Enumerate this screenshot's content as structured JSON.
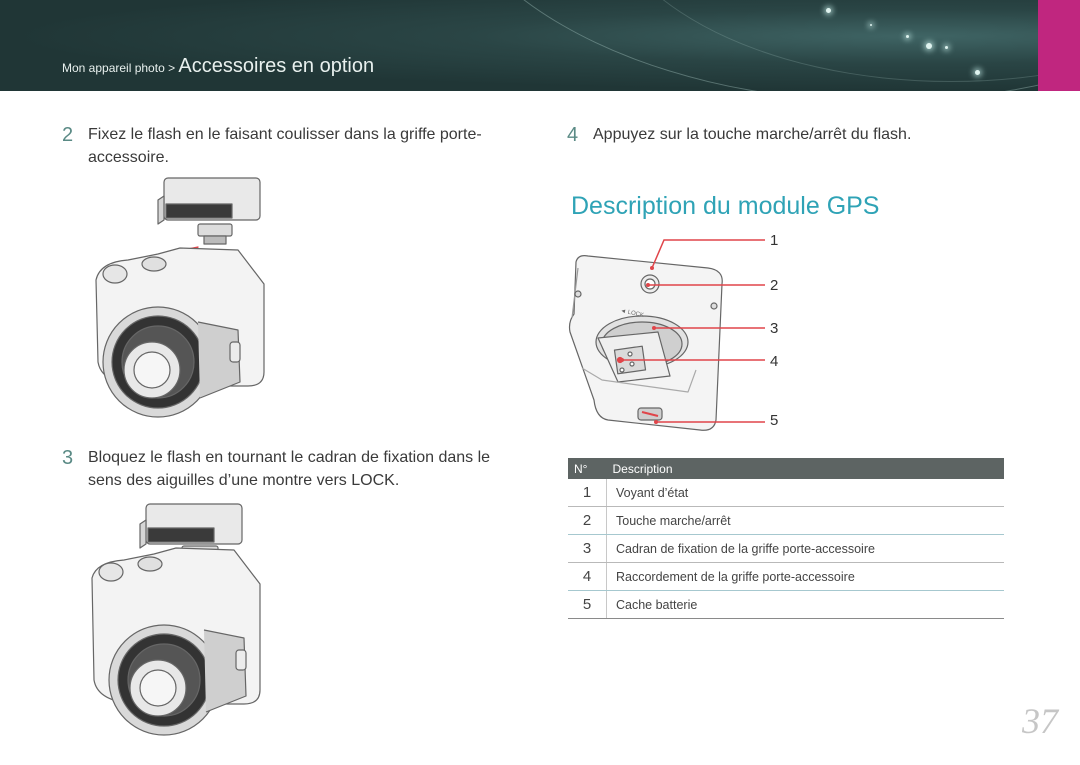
{
  "header": {
    "breadcrumb_small": "Mon appareil photo > ",
    "breadcrumb_big": "Accessoires en option"
  },
  "steps": {
    "s2": {
      "num": "2",
      "text": "Fixez le flash en le faisant coulisser dans la griffe porte-",
      "text2": "accessoire."
    },
    "s3": {
      "num": "3",
      "text": "Bloquez le flash en tournant le cadran de fixation dans le",
      "text2": "sens des aiguilles d’une montre vers LOCK."
    },
    "s4": {
      "num": "4",
      "text": "Appuyez sur la touche marche/arrêt du flash."
    }
  },
  "gps": {
    "title": "Description du module GPS",
    "lock_label": "◄ LOCK",
    "callouts": [
      "1",
      "2",
      "3",
      "4",
      "5"
    ],
    "table": {
      "col_num": "N°",
      "col_desc": "Description",
      "rows": [
        {
          "n": "1",
          "d": "Voyant d’état"
        },
        {
          "n": "2",
          "d": "Touche marche/arrêt"
        },
        {
          "n": "3",
          "d": "Cadran de fixation de la griffe porte-accessoire"
        },
        {
          "n": "4",
          "d": "Raccordement de la griffe porte-accessoire"
        },
        {
          "n": "5",
          "d": "Cache batterie"
        }
      ]
    }
  },
  "page_number": "37",
  "colors": {
    "header_bg": "#2a4545",
    "accent_magenta": "#c0267f",
    "title_blue": "#2fa3b6",
    "callout_red": "#e0454a"
  }
}
